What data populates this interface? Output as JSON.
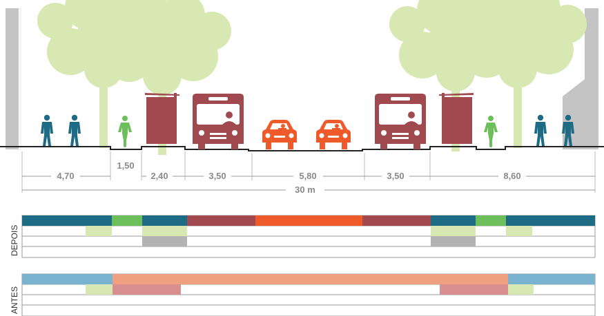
{
  "colors": {
    "pedestrian": "#1d6b85",
    "cyclist": "#6cbf5b",
    "bus": "#a0494f",
    "car": "#ee5a2a",
    "tree": "#d7e8b2",
    "building": "#c4c4c4",
    "ground": "#222222",
    "dim": "#9a9a9a",
    "old_sidewalk": "#7ab3cf",
    "old_road": "#eea081",
    "old_parking": "#d98f8f",
    "old_trees": "#d7e8b2",
    "new_trees": "#d7e8b2",
    "new_stops": "#b3b3b3"
  },
  "icons": [
    "pedestrian-icon",
    "cyclist-icon",
    "bus-stop-shelter-icon",
    "bus-icon",
    "car-icon",
    "tree-icon",
    "building-icon"
  ],
  "dimensions": {
    "segments": [
      {
        "label": "4,70"
      },
      {
        "label": "1,50"
      },
      {
        "label": "2,40"
      },
      {
        "label": "3,50"
      },
      {
        "label": "5,80"
      },
      {
        "label": "3,50"
      },
      {
        "label": "8,60"
      }
    ],
    "total": "30 m"
  },
  "rows": {
    "after_label": "DEPOIS",
    "before_label": "ANTES"
  },
  "usage": {
    "after": {
      "main": [
        "pedestrian",
        "cyclist",
        "pedestrian",
        "bus",
        "car",
        "bus",
        "pedestrian",
        "cyclist",
        "pedestrian"
      ],
      "trees": "new_trees",
      "stops": "new_stops"
    },
    "before": {
      "main": [
        "old_sidewalk",
        "old_road",
        "old_sidewalk"
      ],
      "trees": "old_trees",
      "parking": "old_parking"
    }
  }
}
